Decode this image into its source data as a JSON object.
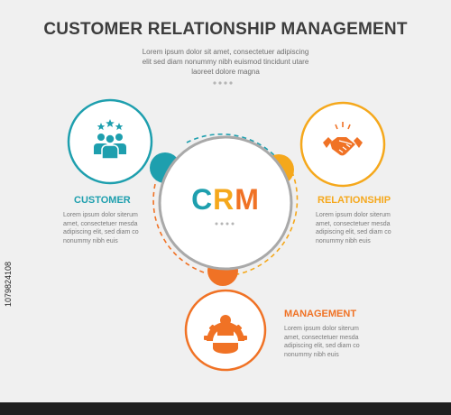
{
  "header": {
    "title": "CUSTOMER RELATIONSHIP MANAGEMENT",
    "subtitle_lines": [
      "Lorem ipsum dolor sit amet, consectetuer adipiscing",
      "elit sed diam nonummy nibh euismod tincidunt utare",
      "laoreet dolore magna"
    ]
  },
  "center": {
    "letters": [
      "C",
      "R",
      "M"
    ]
  },
  "colors": {
    "teal": "#1e9fae",
    "amber": "#f5a81c",
    "orange": "#f07225",
    "ring_gray": "#a9a9a9",
    "text_dark": "#3d3d3d",
    "text_gray": "#7a7a7a"
  },
  "items": [
    {
      "label": "CUSTOMER",
      "icon": "customer-group-icon",
      "desc_lines": [
        "Lorem ipsum dolor siterum",
        "amet, consectetuer mesda",
        "adipiscing elit, sed diam co",
        "nonummy nibh euis"
      ]
    },
    {
      "label": "RELATIONSHIP",
      "icon": "handshake-icon",
      "desc_lines": [
        "Lorem ipsum dolor siterum",
        "amet, consectetuer mesda",
        "adipiscing elit, sed diam co",
        "nonummy nibh euis"
      ]
    },
    {
      "label": "MANAGEMENT",
      "icon": "management-gear-icon",
      "desc_lines": [
        "Lorem ipsum dolor siterum",
        "amet, consectetuer mesda",
        "adipiscing elit, sed diam co",
        "nonummy nibh euis"
      ]
    }
  ],
  "stock_id": "1079824108"
}
